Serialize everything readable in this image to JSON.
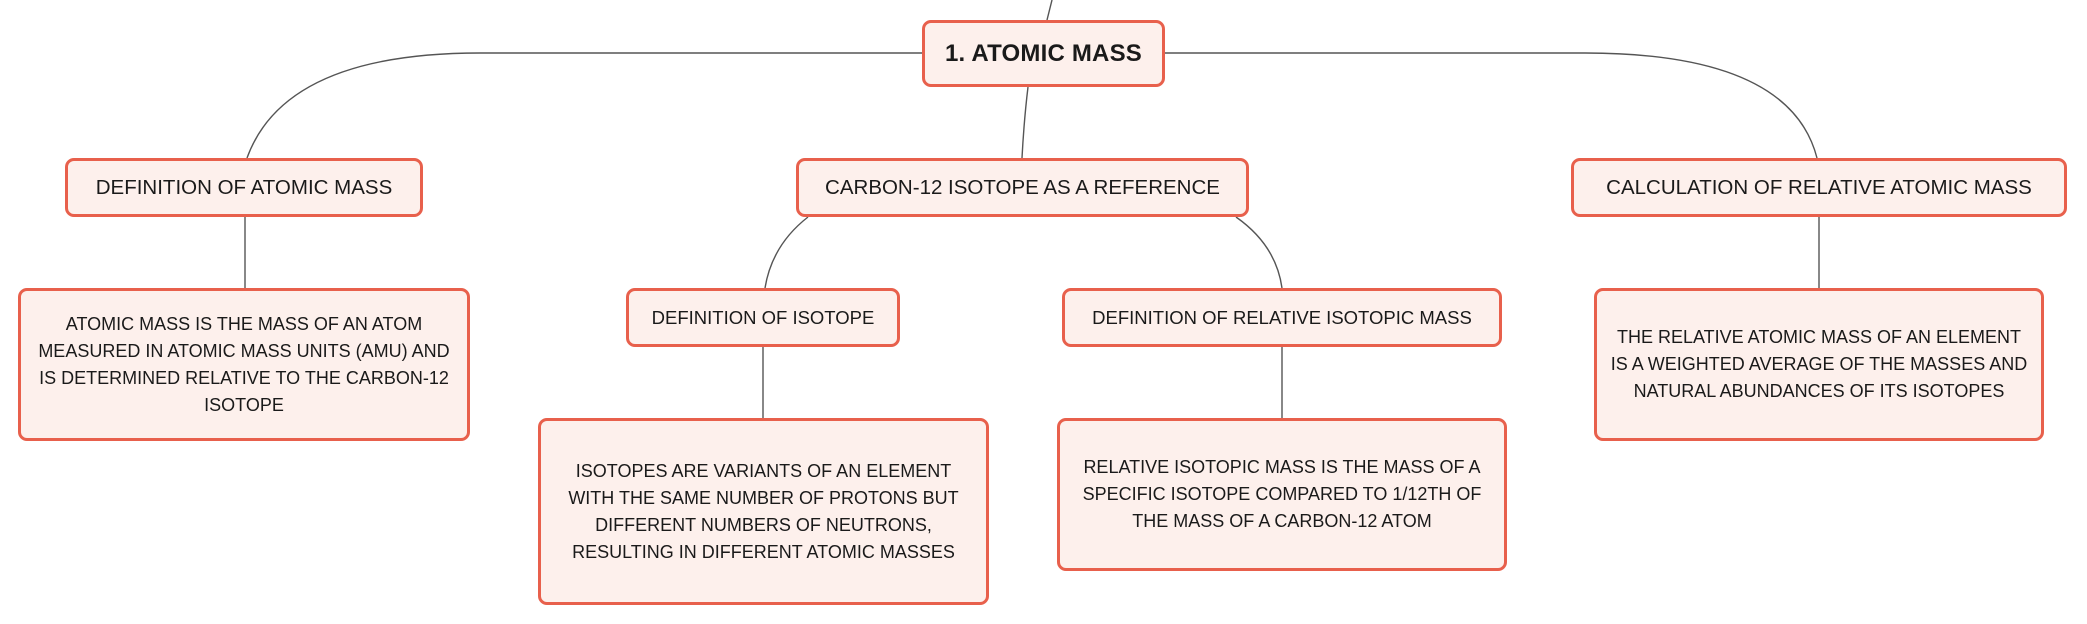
{
  "colors": {
    "node_border": "#e8604c",
    "node_fill": "#fdf0ec",
    "connector": "#555555",
    "text": "#1a1a1a"
  },
  "root": {
    "label": "1. ATOMIC MASS"
  },
  "topics": {
    "definition": {
      "label": "DEFINITION OF ATOMIC MASS",
      "detail": "ATOMIC MASS IS THE MASS OF AN ATOM MEASURED IN ATOMIC MASS UNITS (AMU) AND IS DETERMINED RELATIVE TO THE CARBON-12 ISOTOPE"
    },
    "carbon12": {
      "label": "CARBON-12 ISOTOPE AS A REFERENCE",
      "subtopics": {
        "isotope": {
          "label": "DEFINITION OF ISOTOPE",
          "detail": "ISOTOPES ARE VARIANTS OF AN ELEMENT WITH THE SAME NUMBER OF PROTONS BUT DIFFERENT NUMBERS OF NEUTRONS, RESULTING IN DIFFERENT ATOMIC MASSES"
        },
        "relative_isotopic_mass": {
          "label": "DEFINITION OF RELATIVE ISOTOPIC MASS",
          "detail": "RELATIVE ISOTOPIC MASS IS THE MASS OF A SPECIFIC ISOTOPE COMPARED TO 1/12TH OF THE MASS OF A CARBON-12 ATOM"
        }
      }
    },
    "calculation": {
      "label": "CALCULATION OF RELATIVE ATOMIC MASS",
      "detail": "THE RELATIVE ATOMIC MASS OF AN ELEMENT IS A WEIGHTED AVERAGE OF THE MASSES AND NATURAL ABUNDANCES OF ITS ISOTOPES"
    }
  }
}
